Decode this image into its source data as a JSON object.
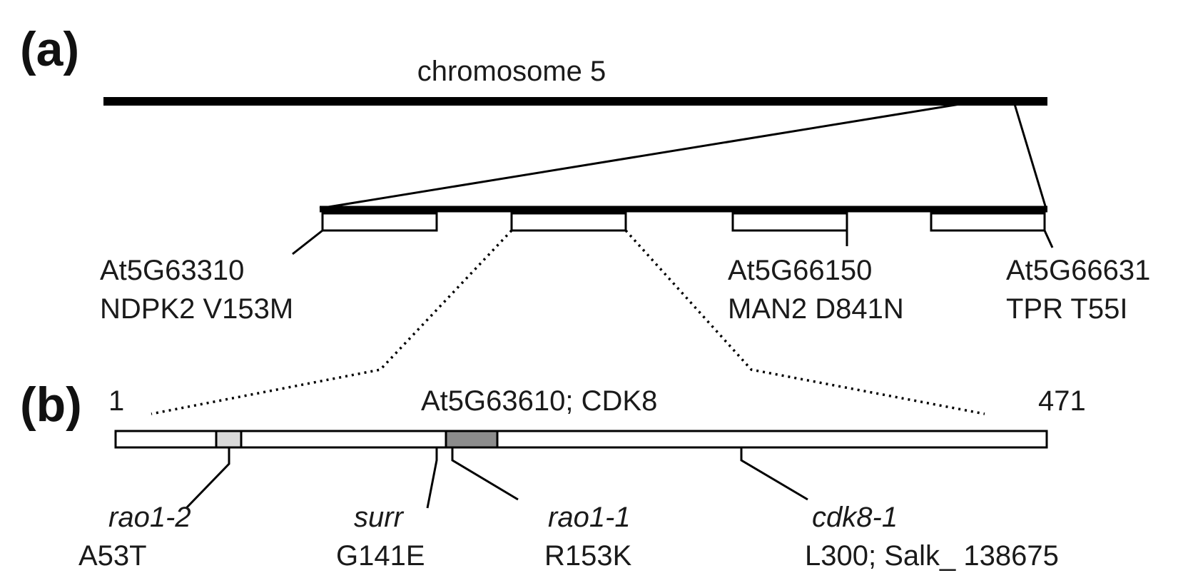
{
  "panel_a": {
    "letter": "(a)",
    "chromosome_label": "chromosome 5",
    "genes": [
      {
        "id": "At5G63310",
        "mutation": "NDPK2 V153M"
      },
      {
        "id": "At5G66150",
        "mutation": "MAN2 D841N"
      },
      {
        "id": "At5G66631",
        "mutation": "TPR T55I"
      }
    ]
  },
  "panel_b": {
    "letter": "(b)",
    "start_residue": "1",
    "end_residue": "471",
    "gene_label": "At5G63610;  CDK8",
    "mutants": [
      {
        "allele": "rao1-2",
        "change": "A53T"
      },
      {
        "allele": "surr",
        "change": "G141E"
      },
      {
        "allele": "rao1-1",
        "change": "R153K"
      },
      {
        "allele": "cdk8-1",
        "change": "L300;  Salk_ 138675"
      }
    ]
  },
  "colors": {
    "line": "#000000",
    "domain_light": "#d9d9d9",
    "domain_dark": "#8c8c8c"
  }
}
